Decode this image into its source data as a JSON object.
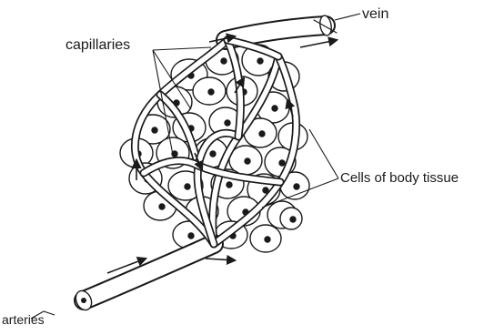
{
  "labels": {
    "vein": "vein",
    "capillaries": "capillaries",
    "cells": "Cells of body tissue",
    "arteries": "arteries"
  },
  "colors": {
    "ink": "#1a1a1a",
    "vessel_fill": "#ffffff",
    "cell_fill": "#ffffff",
    "background": "#ffffff"
  }
}
